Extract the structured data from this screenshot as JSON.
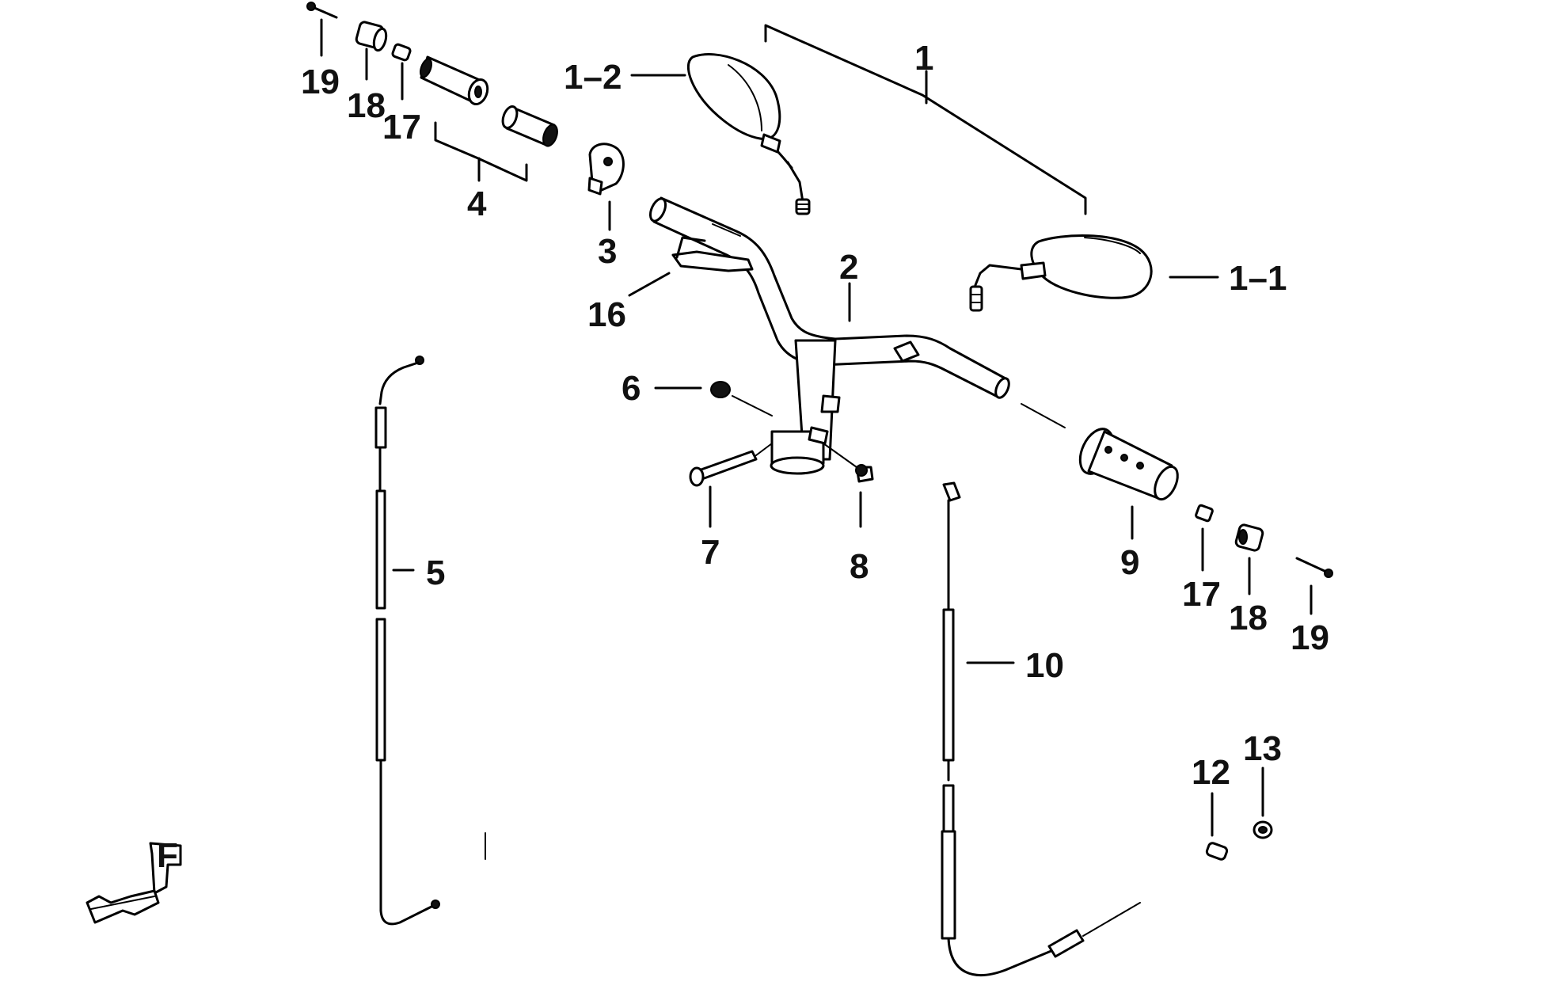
{
  "diagram": {
    "labels": {
      "l1": "1",
      "l1_2": "1–2",
      "l1_1": "1–1",
      "l2": "2",
      "l3": "3",
      "l4": "4",
      "l5": "5",
      "l6": "6",
      "l7": "7",
      "l8": "8",
      "l9": "9",
      "l10": "10",
      "l12": "12",
      "l13": "13",
      "l16": "16",
      "l17a": "17",
      "l17b": "17",
      "l18a": "18",
      "l18b": "18",
      "l19a": "19",
      "l19b": "19"
    },
    "front_marker": "F"
  }
}
